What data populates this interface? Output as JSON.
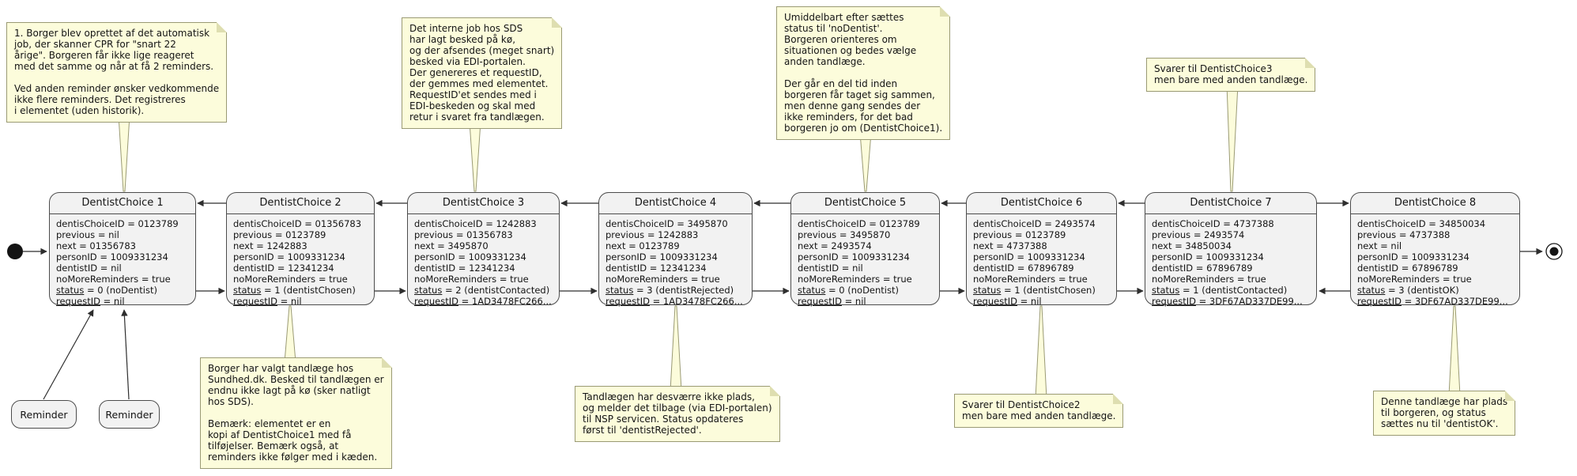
{
  "colors": {
    "state_fill": "#f2f2f2",
    "state_border": "#4c4c4c",
    "note_fill": "#fcfcdb",
    "note_border": "#9a9a74",
    "arrow": "#2e2e2e",
    "text": "#141414"
  },
  "states": [
    {
      "title": "DentistChoice 1",
      "attrs": [
        {
          "label": "dentisChoiceID",
          "value": "0123789",
          "underline": false
        },
        {
          "label": "previous",
          "value": "nil",
          "underline": false
        },
        {
          "label": "next",
          "value": "01356783",
          "underline": false
        },
        {
          "label": "personID",
          "value": "1009331234",
          "underline": false
        },
        {
          "label": "dentistID",
          "value": "nil",
          "underline": false
        },
        {
          "label": "noMoreReminders",
          "value": "true",
          "underline": false
        },
        {
          "label": "status",
          "value": "0 (noDentist)",
          "underline": true
        },
        {
          "label": "requestID",
          "value": "nil",
          "underline": true
        }
      ]
    },
    {
      "title": "DentistChoice 2",
      "attrs": [
        {
          "label": "dentisChoiceID",
          "value": "01356783",
          "underline": false
        },
        {
          "label": "previous",
          "value": "0123789",
          "underline": false
        },
        {
          "label": "next",
          "value": "1242883",
          "underline": false
        },
        {
          "label": "personID",
          "value": "1009331234",
          "underline": false
        },
        {
          "label": "dentistID",
          "value": "12341234",
          "underline": false
        },
        {
          "label": "noMoreReminders",
          "value": "true",
          "underline": false
        },
        {
          "label": "status",
          "value": "1 (dentistChosen)",
          "underline": true
        },
        {
          "label": "requestID",
          "value": "nil",
          "underline": true
        }
      ]
    },
    {
      "title": "DentistChoice 3",
      "attrs": [
        {
          "label": "dentisChoiceID",
          "value": "1242883",
          "underline": false
        },
        {
          "label": "previous",
          "value": "01356783",
          "underline": false
        },
        {
          "label": "next",
          "value": "3495870",
          "underline": false
        },
        {
          "label": "personID",
          "value": "1009331234",
          "underline": false
        },
        {
          "label": "dentistID",
          "value": "12341234",
          "underline": false
        },
        {
          "label": "noMoreReminders",
          "value": "true",
          "underline": false
        },
        {
          "label": "status",
          "value": "2 (dentistContacted)",
          "underline": true
        },
        {
          "label": "requestID",
          "value": "1AD3478FC266...",
          "underline": true
        }
      ]
    },
    {
      "title": "DentistChoice 4",
      "attrs": [
        {
          "label": "dentisChoiceID",
          "value": "3495870",
          "underline": false
        },
        {
          "label": "previous",
          "value": "1242883",
          "underline": false
        },
        {
          "label": "next",
          "value": "0123789",
          "underline": false
        },
        {
          "label": "personID",
          "value": "1009331234",
          "underline": false
        },
        {
          "label": "dentistID",
          "value": "12341234",
          "underline": false
        },
        {
          "label": "noMoreReminders",
          "value": "true",
          "underline": false
        },
        {
          "label": "status",
          "value": "3 (dentistRejected)",
          "underline": true
        },
        {
          "label": "requestID",
          "value": "1AD3478FC266...",
          "underline": true
        }
      ]
    },
    {
      "title": "DentistChoice 5",
      "attrs": [
        {
          "label": "dentisChoiceID",
          "value": "0123789",
          "underline": false
        },
        {
          "label": "previous",
          "value": "3495870",
          "underline": false
        },
        {
          "label": "next",
          "value": "2493574",
          "underline": false
        },
        {
          "label": "personID",
          "value": "1009331234",
          "underline": false
        },
        {
          "label": "dentistID",
          "value": "nil",
          "underline": false
        },
        {
          "label": "noMoreReminders",
          "value": "true",
          "underline": false
        },
        {
          "label": "status",
          "value": "0 (noDentist)",
          "underline": true
        },
        {
          "label": "requestID",
          "value": "nil",
          "underline": true
        }
      ]
    },
    {
      "title": "DentistChoice 6",
      "attrs": [
        {
          "label": "dentisChoiceID",
          "value": "2493574",
          "underline": false
        },
        {
          "label": "previous",
          "value": "0123789",
          "underline": false
        },
        {
          "label": "next",
          "value": "4737388",
          "underline": false
        },
        {
          "label": "personID",
          "value": "1009331234",
          "underline": false
        },
        {
          "label": "dentistID",
          "value": "67896789",
          "underline": false
        },
        {
          "label": "noMoreReminders",
          "value": "true",
          "underline": false
        },
        {
          "label": "status",
          "value": "1 (dentistChosen)",
          "underline": true
        },
        {
          "label": "requestID",
          "value": "nil",
          "underline": true
        }
      ]
    },
    {
      "title": "DentistChoice 7",
      "attrs": [
        {
          "label": "dentisChoiceID",
          "value": "4737388",
          "underline": false
        },
        {
          "label": "previous",
          "value": "2493574",
          "underline": false
        },
        {
          "label": "next",
          "value": "34850034",
          "underline": false
        },
        {
          "label": "personID",
          "value": "1009331234",
          "underline": false
        },
        {
          "label": "dentistID",
          "value": "67896789",
          "underline": false
        },
        {
          "label": "noMoreReminders",
          "value": "true",
          "underline": false
        },
        {
          "label": "status",
          "value": "1 (dentistContacted)",
          "underline": true
        },
        {
          "label": "requestID",
          "value": "3DF67AD337DE99...",
          "underline": true
        }
      ]
    },
    {
      "title": "DentistChoice 8",
      "attrs": [
        {
          "label": "dentisChoiceID",
          "value": "34850034",
          "underline": false
        },
        {
          "label": "previous",
          "value": "4737388",
          "underline": false
        },
        {
          "label": "next",
          "value": "nil",
          "underline": false
        },
        {
          "label": "personID",
          "value": "1009331234",
          "underline": false
        },
        {
          "label": "dentistID",
          "value": "67896789",
          "underline": false
        },
        {
          "label": "noMoreReminders",
          "value": "true",
          "underline": false
        },
        {
          "label": "status",
          "value": "3 (dentistOK)",
          "underline": true
        },
        {
          "label": "requestID",
          "value": "3DF67AD337DE99...",
          "underline": true
        }
      ]
    }
  ],
  "notes": [
    {
      "text": "1. Borger blev oprettet af det automatisk\njob, der skanner CPR for \"snart 22\nårige\". Borgeren får ikke lige reageret\nmed det samme og når at få 2 reminders.\n\nVed anden reminder ønsker vedkommende\nikke flere reminders. Det registreres\ni elementet (uden historik)."
    },
    {
      "text": "Det interne job hos SDS\nhar lagt besked på kø,\nog der afsendes (meget snart)\nbesked via EDI-portalen.\nDer genereres et requestID,\nder gemmes med elementet.\nRequestID'et sendes med i\nEDI-beskeden og skal med\nretur i svaret fra tandlægen."
    },
    {
      "text": "Umiddelbart efter sættes\nstatus til 'noDentist'.\nBorgeren orienteres om\nsituationen og bedes vælge\nanden tandlæge.\n\nDer går en del tid inden\nborgeren får taget sig sammen,\nmen denne gang sendes der\nikke reminders, for det bad\nborgeren jo om (DentistChoice1)."
    },
    {
      "text": "Svarer til DentistChoice3\nmen bare med anden tandlæge."
    },
    {
      "text": "Borger har valgt tandlæge hos\nSundhed.dk. Besked til tandlægen er\nendnu ikke lagt på kø (sker natligt\nhos SDS).\n\nBemærk: elementet er en\nkopi af DentistChoice1 med få\ntilføjelser. Bemærk også, at\nreminders ikke følger med i kæden."
    },
    {
      "text": "Tandlægen har desværre ikke plads,\nog melder det tilbage (via EDI-portalen)\ntil NSP servicen. Status opdateres\nførst til 'dentistRejected'."
    },
    {
      "text": "Svarer til DentistChoice2\nmen bare med anden tandlæge."
    },
    {
      "text": "Denne tandlæge har plads\ntil borgeren, og status\nsættes nu til 'dentistOK'."
    }
  ],
  "reminders": [
    {
      "label": "Reminder"
    },
    {
      "label": "Reminder"
    }
  ]
}
